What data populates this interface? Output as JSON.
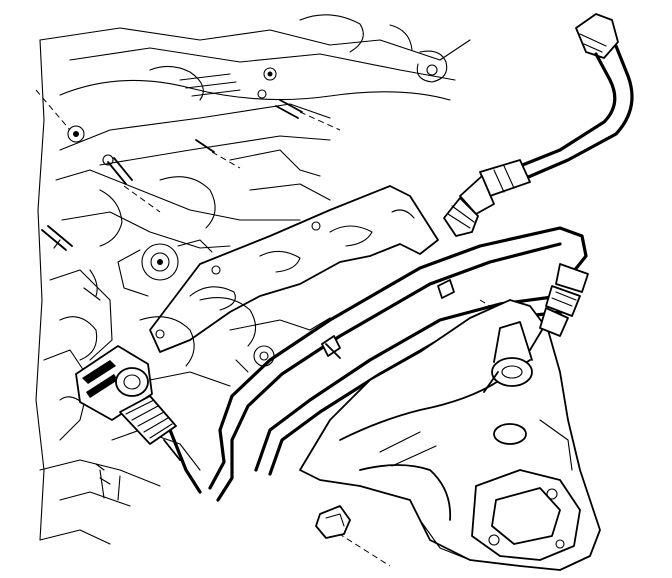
{
  "diagram": {
    "parts": [
      {
        "id": "engine-block",
        "icon": "engine-block-outline"
      },
      {
        "id": "exhaust-manifold",
        "icon": "exhaust-manifold-outline"
      },
      {
        "id": "manifold-gasket",
        "icon": "gasket-outline"
      },
      {
        "id": "egr-pipe",
        "icon": "pipe-outline"
      },
      {
        "id": "egr-pipe-fitting",
        "icon": "pipe-nut-outline"
      },
      {
        "id": "oxygen-sensor",
        "icon": "sensor-outline"
      },
      {
        "id": "wiring-connector",
        "icon": "connector-outline"
      },
      {
        "id": "heat-shield",
        "icon": "heat-shield-outline"
      },
      {
        "id": "stud-nut",
        "icon": "nut-outline"
      }
    ]
  }
}
